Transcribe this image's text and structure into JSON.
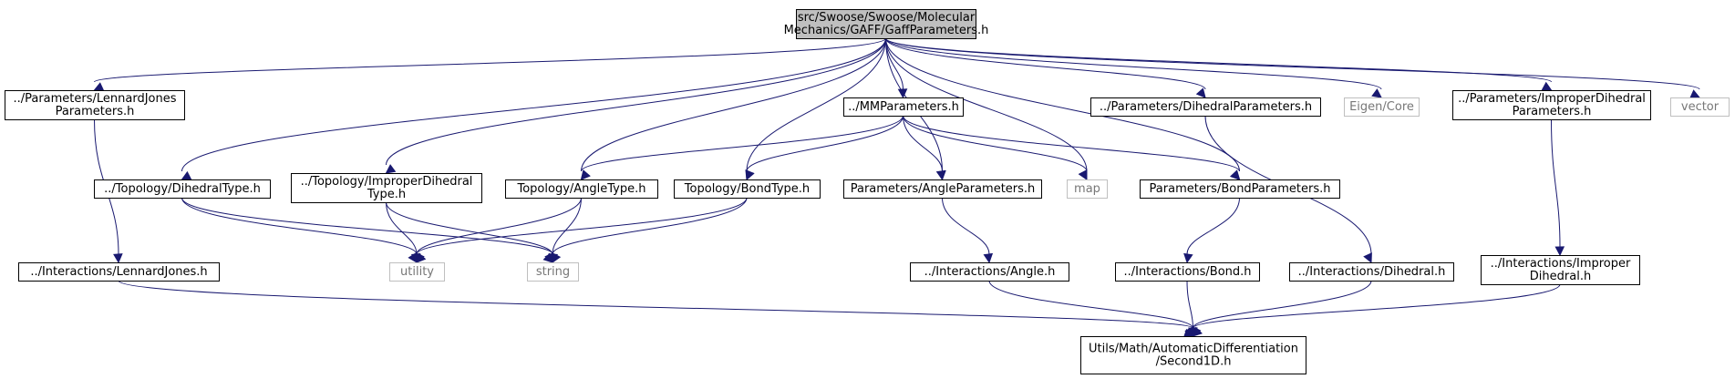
{
  "colors": {
    "edge": "#191970",
    "root_fill": "#bfbfbf",
    "root_border": "#000000",
    "local_border": "#000000",
    "system_border": "#bfbfbf",
    "system_text": "#777777"
  },
  "nodes": [
    {
      "id": "root",
      "kind": "root",
      "lines": [
        "src/Swoose/Swoose/Molecular",
        "Mechanics/GAFF/GaffParameters.h"
      ]
    },
    {
      "id": "lj_params",
      "kind": "local",
      "lines": [
        "../Parameters/LennardJones",
        "Parameters.h"
      ]
    },
    {
      "id": "dihedral_type",
      "kind": "local",
      "lines": [
        "../Topology/DihedralType.h"
      ]
    },
    {
      "id": "improper_type",
      "kind": "local",
      "lines": [
        "../Topology/ImproperDihedral",
        "Type.h"
      ]
    },
    {
      "id": "mm_params",
      "kind": "local",
      "lines": [
        "../MMParameters.h"
      ]
    },
    {
      "id": "angle_type",
      "kind": "local",
      "lines": [
        "Topology/AngleType.h"
      ]
    },
    {
      "id": "bond_type",
      "kind": "local",
      "lines": [
        "Topology/BondType.h"
      ]
    },
    {
      "id": "angle_params",
      "kind": "local",
      "lines": [
        "Parameters/AngleParameters.h"
      ]
    },
    {
      "id": "map",
      "kind": "system",
      "lines": [
        "map"
      ]
    },
    {
      "id": "bond_params",
      "kind": "local",
      "lines": [
        "Parameters/BondParameters.h"
      ]
    },
    {
      "id": "dihedral_params",
      "kind": "local",
      "lines": [
        "../Parameters/DihedralParameters.h"
      ]
    },
    {
      "id": "eigen_core",
      "kind": "system",
      "lines": [
        "Eigen/Core"
      ]
    },
    {
      "id": "improper_params",
      "kind": "local",
      "lines": [
        "../Parameters/ImproperDihedral",
        "Parameters.h"
      ]
    },
    {
      "id": "vector",
      "kind": "system",
      "lines": [
        "vector"
      ]
    },
    {
      "id": "lj_inter",
      "kind": "local",
      "lines": [
        "../Interactions/LennardJones.h"
      ]
    },
    {
      "id": "utility",
      "kind": "system",
      "lines": [
        "utility"
      ]
    },
    {
      "id": "string",
      "kind": "system",
      "lines": [
        "string"
      ]
    },
    {
      "id": "angle_inter",
      "kind": "local",
      "lines": [
        "../Interactions/Angle.h"
      ]
    },
    {
      "id": "bond_inter",
      "kind": "local",
      "lines": [
        "../Interactions/Bond.h"
      ]
    },
    {
      "id": "dihedral_inter",
      "kind": "local",
      "lines": [
        "../Interactions/Dihedral.h"
      ]
    },
    {
      "id": "improper_inter",
      "kind": "local",
      "lines": [
        "../Interactions/Improper",
        "Dihedral.h"
      ]
    },
    {
      "id": "second1d",
      "kind": "local",
      "lines": [
        "Utils/Math/AutomaticDifferentiation",
        "/Second1D.h"
      ]
    }
  ],
  "edges": [
    {
      "from": "root",
      "to": "lj_params"
    },
    {
      "from": "root",
      "to": "dihedral_type"
    },
    {
      "from": "root",
      "to": "improper_type"
    },
    {
      "from": "root",
      "to": "mm_params"
    },
    {
      "from": "root",
      "to": "angle_type"
    },
    {
      "from": "root",
      "to": "bond_type"
    },
    {
      "from": "root",
      "to": "angle_params"
    },
    {
      "from": "root",
      "to": "map"
    },
    {
      "from": "root",
      "to": "bond_params"
    },
    {
      "from": "root",
      "to": "dihedral_params"
    },
    {
      "from": "root",
      "to": "eigen_core"
    },
    {
      "from": "root",
      "to": "improper_params"
    },
    {
      "from": "root",
      "to": "vector"
    },
    {
      "from": "lj_params",
      "to": "lj_inter"
    },
    {
      "from": "dihedral_type",
      "to": "utility"
    },
    {
      "from": "dihedral_type",
      "to": "string"
    },
    {
      "from": "improper_type",
      "to": "utility"
    },
    {
      "from": "improper_type",
      "to": "string"
    },
    {
      "from": "mm_params",
      "to": "angle_type"
    },
    {
      "from": "mm_params",
      "to": "bond_type"
    },
    {
      "from": "mm_params",
      "to": "angle_params"
    },
    {
      "from": "mm_params",
      "to": "map"
    },
    {
      "from": "mm_params",
      "to": "bond_params"
    },
    {
      "from": "angle_type",
      "to": "utility"
    },
    {
      "from": "angle_type",
      "to": "string"
    },
    {
      "from": "bond_type",
      "to": "utility"
    },
    {
      "from": "bond_type",
      "to": "string"
    },
    {
      "from": "angle_params",
      "to": "angle_inter"
    },
    {
      "from": "bond_params",
      "to": "bond_inter"
    },
    {
      "from": "dihedral_params",
      "to": "dihedral_inter"
    },
    {
      "from": "improper_params",
      "to": "improper_inter"
    },
    {
      "from": "lj_inter",
      "to": "second1d"
    },
    {
      "from": "angle_inter",
      "to": "second1d"
    },
    {
      "from": "bond_inter",
      "to": "second1d"
    },
    {
      "from": "dihedral_inter",
      "to": "second1d"
    },
    {
      "from": "improper_inter",
      "to": "second1d"
    }
  ]
}
